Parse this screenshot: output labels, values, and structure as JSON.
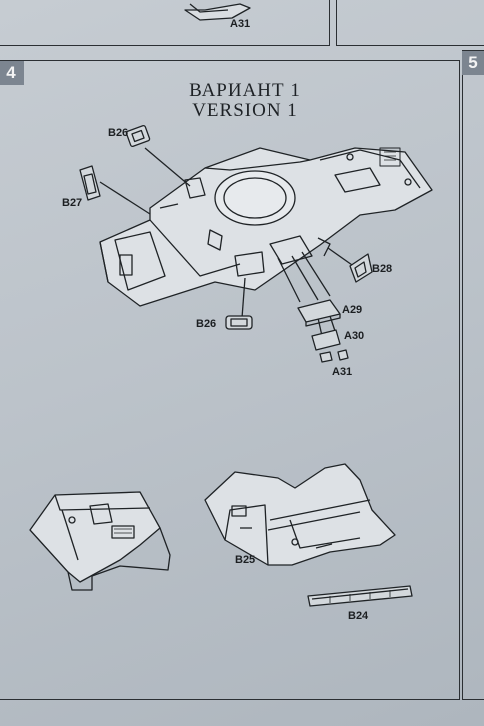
{
  "step": {
    "number": "4",
    "next_number": "5"
  },
  "title": {
    "ru": "ВАРИАНТ 1",
    "en": "VERSION 1"
  },
  "parts": {
    "a31_top": "A31",
    "b26_upper": "B26",
    "b27": "B27",
    "b28": "B28",
    "b26_lower": "B26",
    "a29": "A29",
    "a30": "A30",
    "a31": "A31",
    "b25": "B25",
    "b24": "B24"
  }
}
